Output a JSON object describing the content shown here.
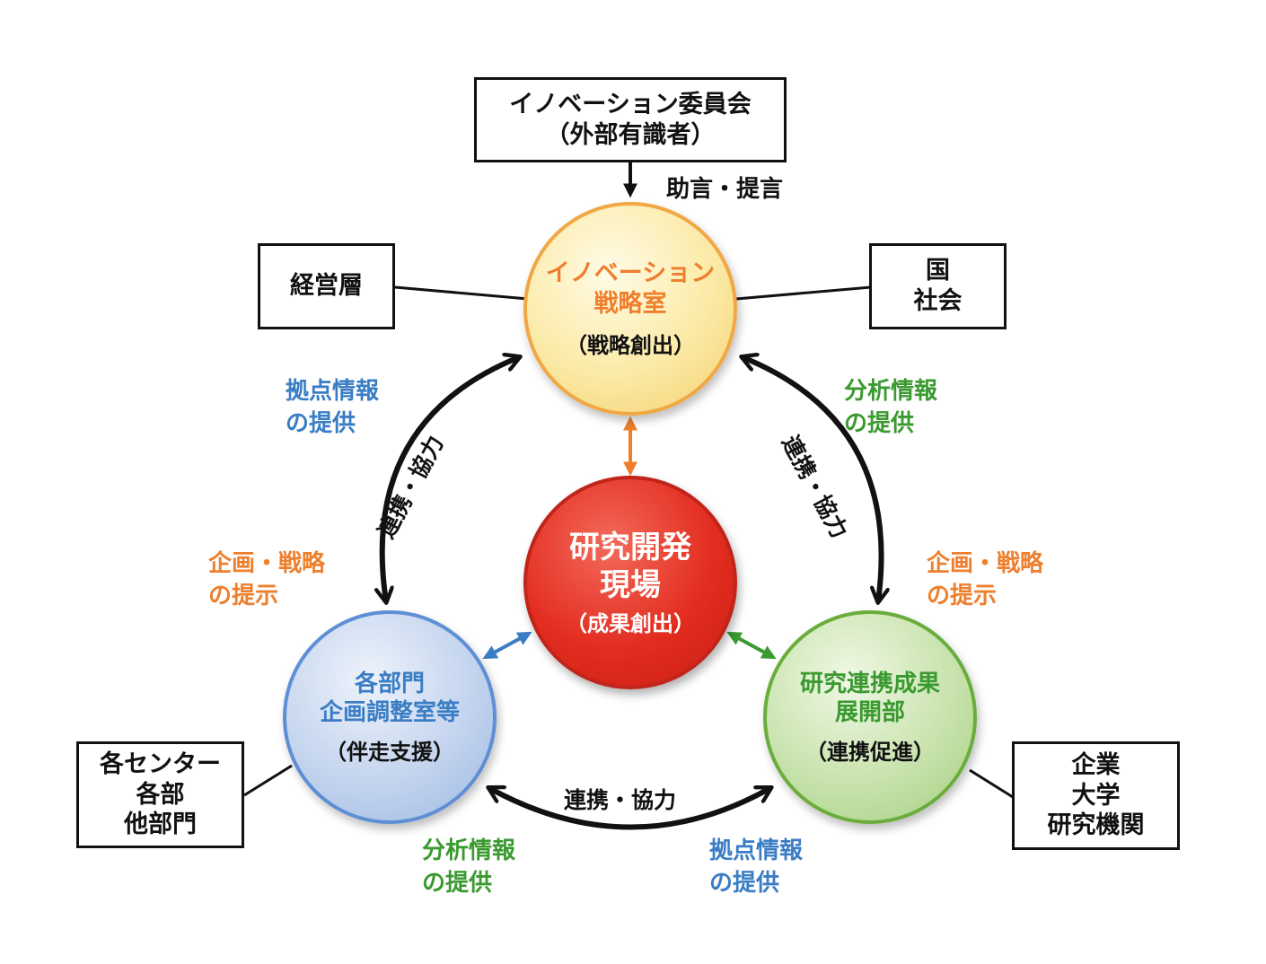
{
  "colors": {
    "orange": "#ee7f2d",
    "blue": "#3b7dc4",
    "green": "#3a9a30",
    "black": "#111111"
  },
  "boxes": {
    "committee": {
      "line1": "イノベーション委員会",
      "line2": "（外部有識者）"
    },
    "management": {
      "text": "経営層"
    },
    "nation": {
      "line1": "国",
      "line2": "社会"
    },
    "centers": {
      "line1": "各センター",
      "line2": "各部",
      "line3": "他部門"
    },
    "industry": {
      "line1": "企業",
      "line2": "大学",
      "line3": "研究機関"
    }
  },
  "circles": {
    "strategy": {
      "line1": "イノベーション",
      "line2": "戦略室",
      "sub": "（戦略創出）"
    },
    "research": {
      "line1": "研究開発",
      "line2": "現場",
      "sub": "（成果創出）"
    },
    "planning": {
      "line1": "各部門",
      "line2": "企画調整室等",
      "sub": "（伴走支援）"
    },
    "partnership": {
      "line1": "研究連携成果",
      "line2": "展開部",
      "sub": "（連携促進）"
    }
  },
  "labels": {
    "advice": "助言・提言",
    "collab_left": "連携・協力",
    "collab_right": "連携・協力",
    "collab_bottom": "連携・協力",
    "base_info_left": {
      "line1": "拠点情報",
      "line2": "の提供"
    },
    "analysis_info_right": {
      "line1": "分析情報",
      "line2": "の提供"
    },
    "plan_left": {
      "line1": "企画・戦略",
      "line2": "の提示"
    },
    "plan_right": {
      "line1": "企画・戦略",
      "line2": "の提示"
    },
    "analysis_info_bottom": {
      "line1": "分析情報",
      "line2": "の提供"
    },
    "base_info_bottom": {
      "line1": "拠点情報",
      "line2": "の提供"
    }
  }
}
